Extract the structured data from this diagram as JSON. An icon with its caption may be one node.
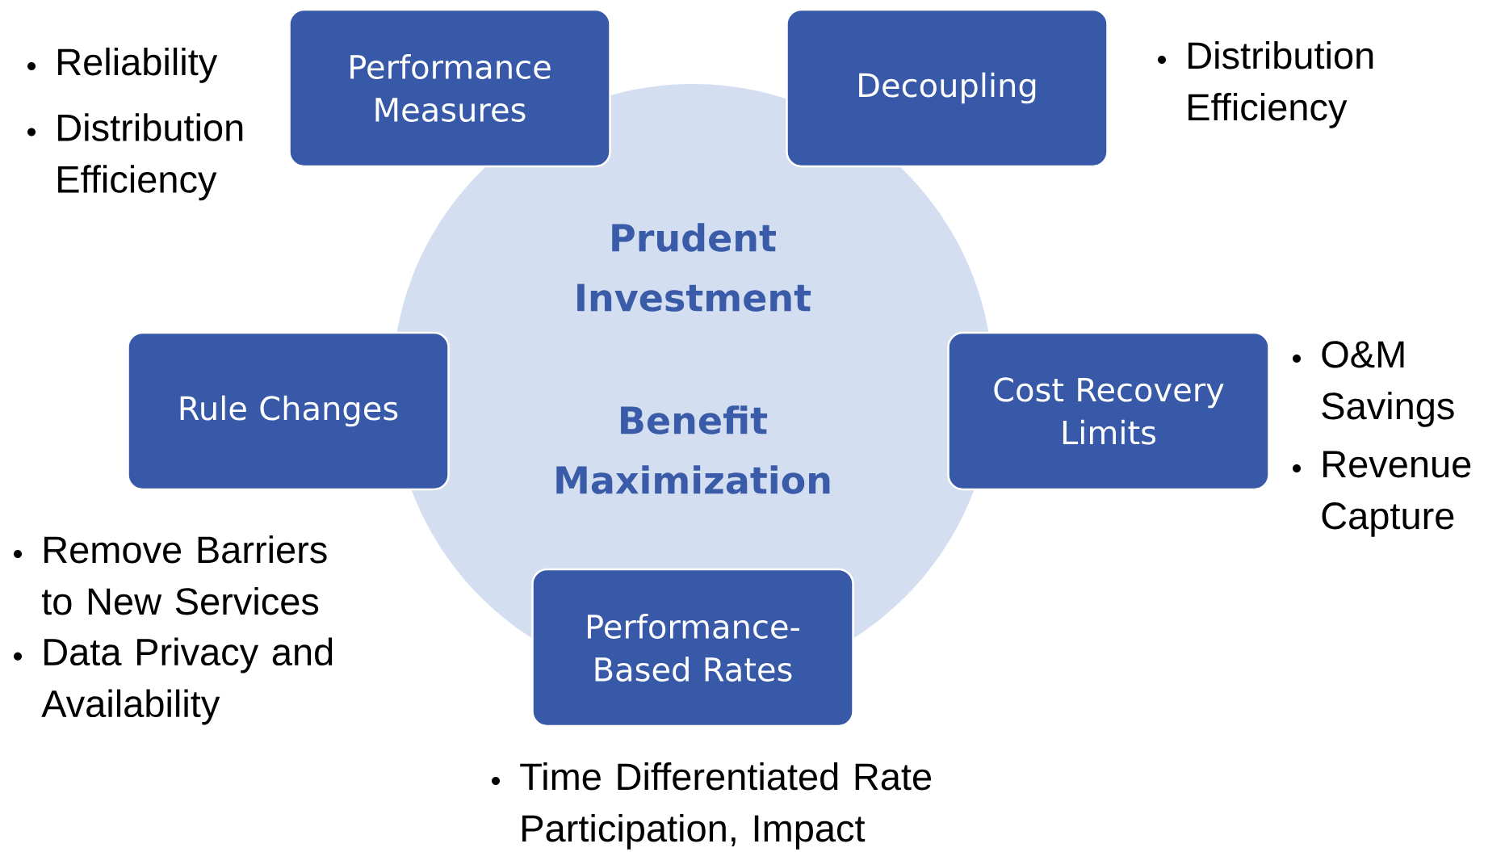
{
  "diagram": {
    "nodes": [
      {
        "text": [
          "Performance Measures"
        ],
        "beside": [
          "Reliability",
          "Distribution Efficiency"
        ]
      },
      {
        "text": [
          "Decoupling"
        ],
        "beside": [
          "Distribution Efficiency"
        ]
      },
      {
        "text": [
          "Prudent Investment",
          "Benefit Maximization"
        ]
      },
      {
        "text": [
          "Rule Changes"
        ],
        "beside": [
          "Remove Barriers to New Services",
          "Data Privacy and Availability"
        ]
      },
      {
        "text": [
          "Cost Recovery Limits"
        ],
        "beside": [
          "O&M Savings",
          "Revenue Capture"
        ]
      },
      {
        "text": [
          "Performance-Based Rates"
        ],
        "beside": [
          "Time Differentiated Rate Participation, Impact"
        ]
      }
    ],
    "edges": []
  }
}
